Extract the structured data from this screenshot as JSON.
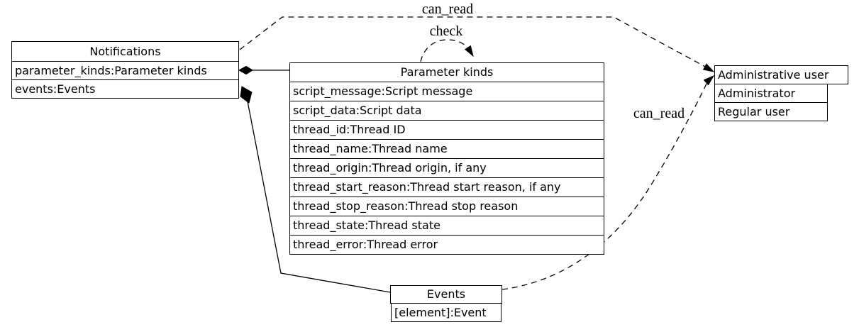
{
  "diagram": {
    "background_color": "#ffffff",
    "line_color": "#000000",
    "text_color": "#000000"
  },
  "nodes": [
    {
      "id": "notifications",
      "title": "Notifications",
      "rows": [
        "parameter_kinds:Parameter kinds",
        "events:Events"
      ]
    },
    {
      "id": "parameter-kinds",
      "title": "Parameter kinds",
      "rows": [
        "script_message:Script message",
        "script_data:Script data",
        "thread_id:Thread ID",
        "thread_name:Thread name",
        "thread_origin:Thread origin, if any",
        "thread_start_reason:Thread start reason, if any",
        "thread_stop_reason:Thread stop reason",
        "thread_state:Thread state",
        "thread_error:Thread error"
      ]
    },
    {
      "id": "administrative-user",
      "title": "Administrative user",
      "rows": [
        "Administrator",
        "Regular user"
      ]
    },
    {
      "id": "events",
      "title": "Events",
      "rows": [
        "[element]:Event"
      ]
    }
  ],
  "edges": [
    {
      "id": "can-read-top",
      "label": "can_read",
      "style": "dashed",
      "arrow": "open",
      "source": "Notifications",
      "target": "Administrative user"
    },
    {
      "id": "check-loop",
      "label": "check",
      "style": "dashed",
      "arrow": "open",
      "source": "Parameter kinds",
      "target": "Parameter kinds"
    },
    {
      "id": "can-read-bottom",
      "label": "can_read",
      "style": "dashed",
      "arrow": "open",
      "source": "Events",
      "target": "Administrative user"
    },
    {
      "id": "composition-parameter-kinds",
      "label": "",
      "style": "solid",
      "arrow": "diamond",
      "source": "Notifications",
      "target": "Parameter kinds"
    },
    {
      "id": "composition-events",
      "label": "",
      "style": "solid",
      "arrow": "diamond",
      "source": "Notifications",
      "target": "Events"
    }
  ]
}
